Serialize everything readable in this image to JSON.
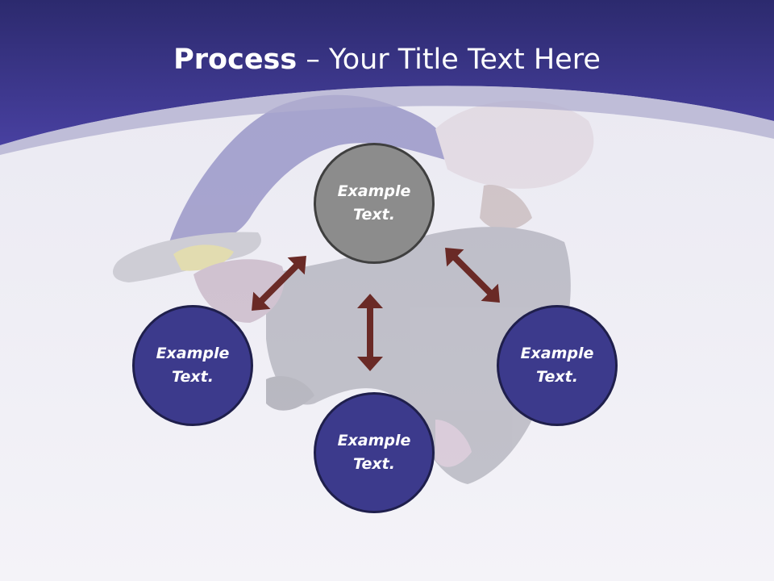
{
  "slide": {
    "title_bold": "Process",
    "title_rest": " – Your Title Text Here"
  },
  "colors": {
    "header": "#3c3a8e",
    "center_node": "#8c8c8c",
    "outer_nodes": "#3c3a8c",
    "arrows": "#6a2a26",
    "background": "#f1f0f6"
  },
  "nodes": {
    "top": {
      "line1": "Example",
      "line2": "Text."
    },
    "left": {
      "line1": "Example",
      "line2": "Text."
    },
    "right": {
      "line1": "Example",
      "line2": "Text."
    },
    "bottom": {
      "line1": "Example",
      "line2": "Text."
    }
  },
  "background_image": "faded-breakdancer-photo"
}
